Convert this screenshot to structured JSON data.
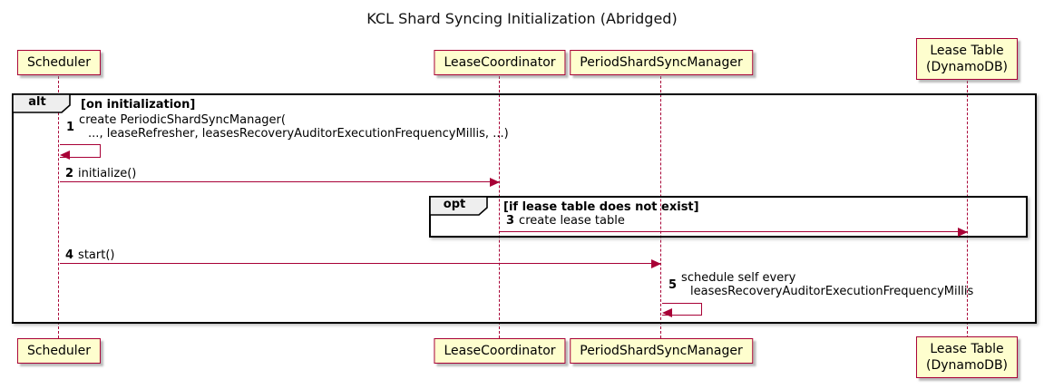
{
  "title": "KCL Shard Syncing Initialization (Abridged)",
  "participants": [
    {
      "id": "scheduler",
      "name": "Scheduler"
    },
    {
      "id": "lease-coordinator",
      "name": "LeaseCoordinator"
    },
    {
      "id": "period-shard-sync-manager",
      "name": "PeriodShardSyncManager"
    },
    {
      "id": "lease-table",
      "name": "Lease Table",
      "name2": "(DynamoDB)"
    }
  ],
  "frames": {
    "alt": {
      "operator": "alt",
      "guard": "[on initialization]"
    },
    "opt": {
      "operator": "opt",
      "guard": "[if lease table does not exist]"
    }
  },
  "messages": [
    {
      "num": "1",
      "line1": "create PeriodicShardSyncManager(",
      "line2": "..., leaseRefresher, leasesRecoveryAuditorExecutionFrequencyMillis, ...)"
    },
    {
      "num": "2",
      "text": "initialize()"
    },
    {
      "num": "3",
      "text": "create lease table"
    },
    {
      "num": "4",
      "text": "start()"
    },
    {
      "num": "5",
      "line1": "schedule self every",
      "line2": "leasesRecoveryAuditorExecutionFrequencyMillis"
    }
  ],
  "colors": {
    "participant_fill": "#FEFECE",
    "accent": "#A80036",
    "frame_border": "#000000",
    "frame_label_fill": "#EEEEEE"
  }
}
